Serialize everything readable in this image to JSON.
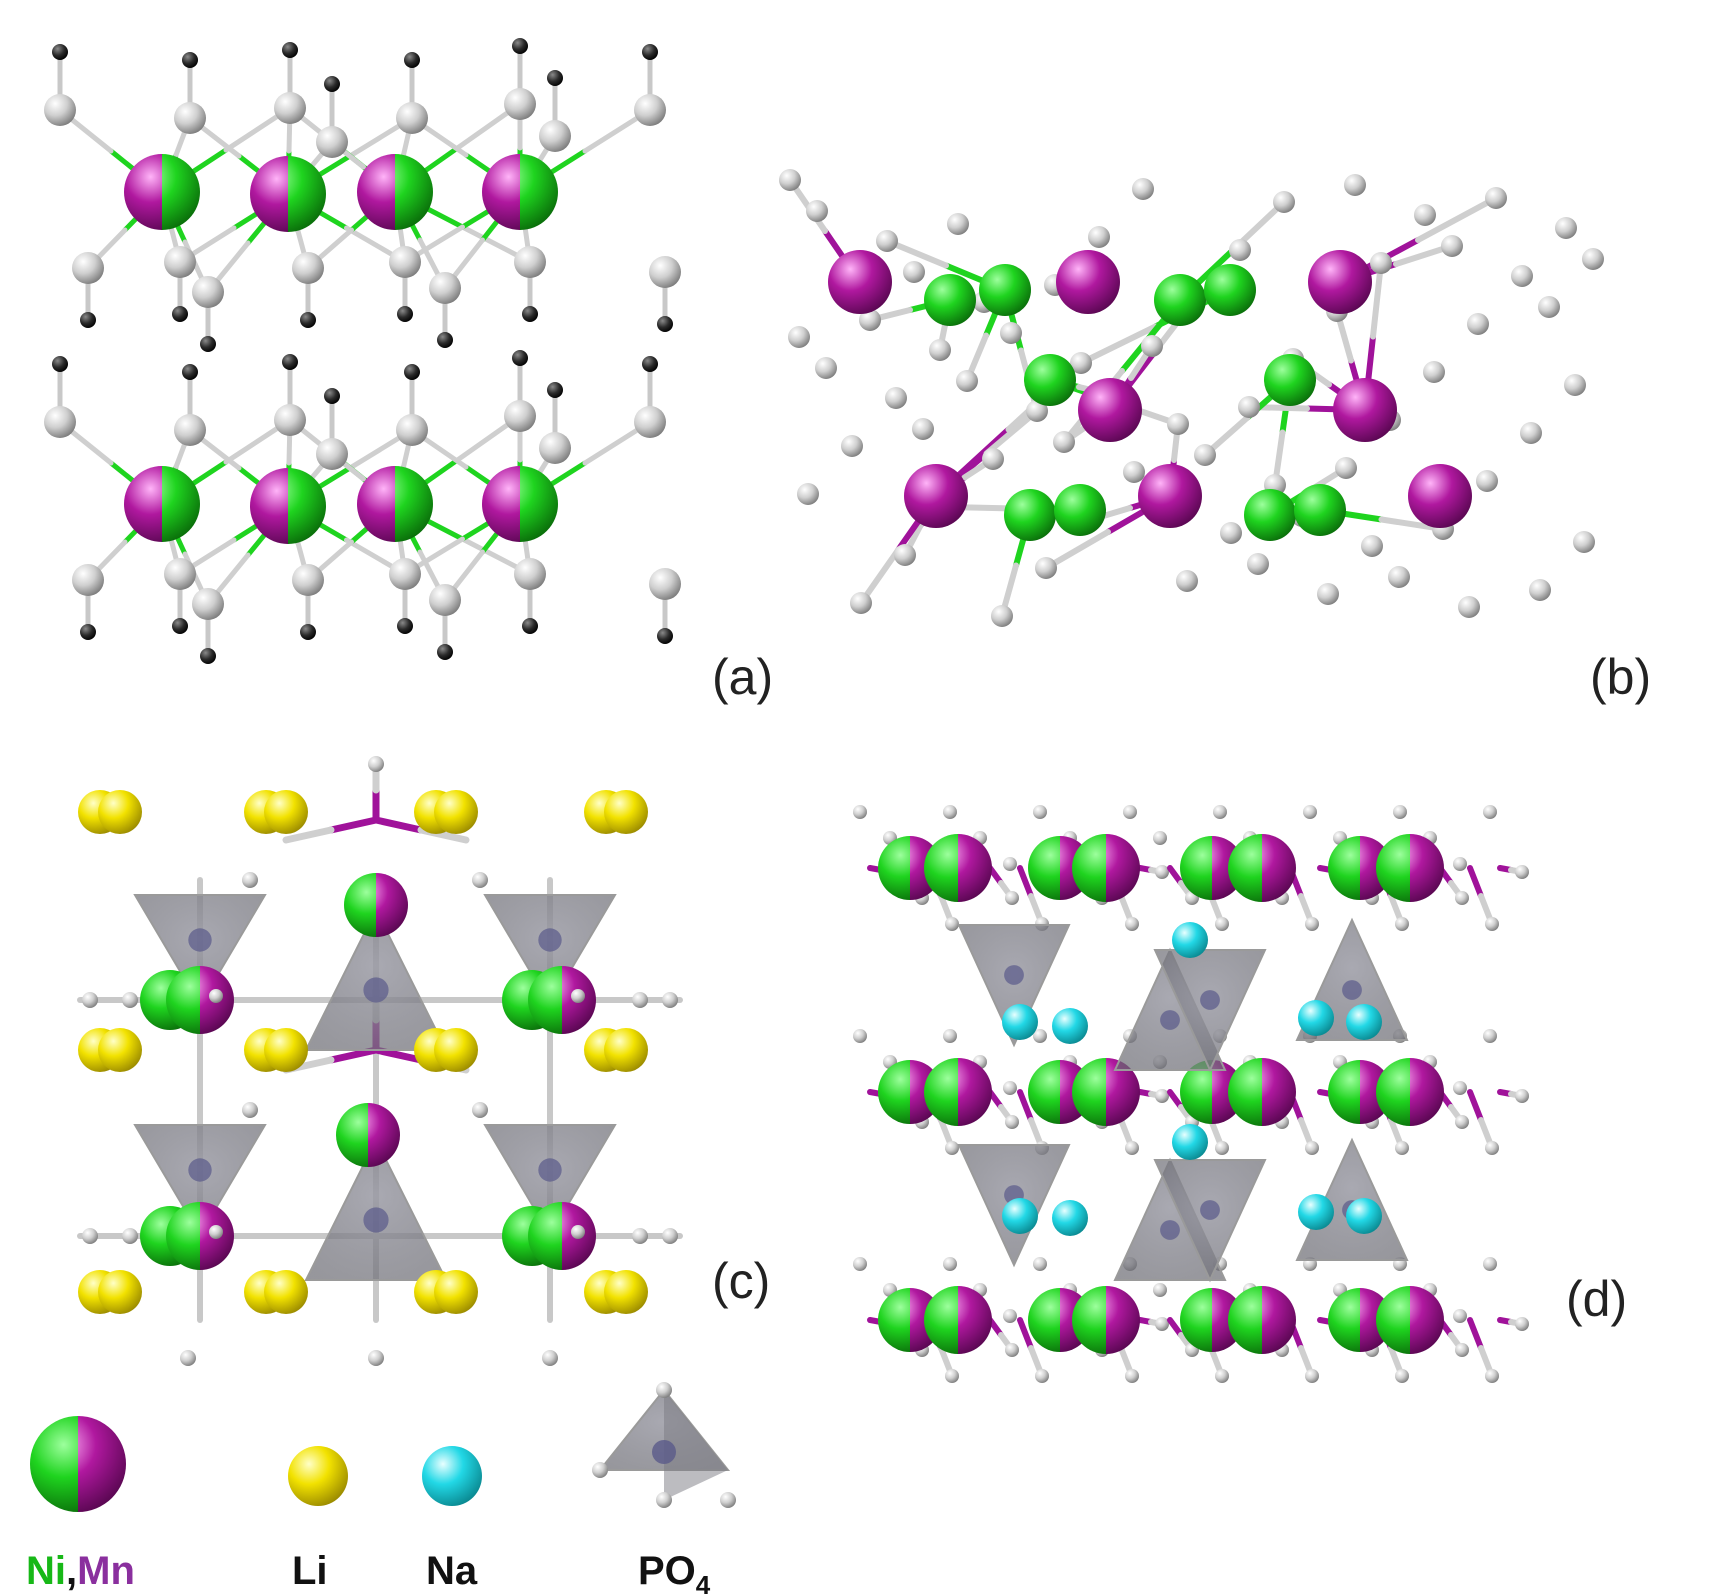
{
  "panels": [
    {
      "id": "a",
      "label": "(a)"
    },
    {
      "id": "b",
      "label": "(b)"
    },
    {
      "id": "c",
      "label": "(c)"
    },
    {
      "id": "d",
      "label": "(d)"
    }
  ],
  "legend": {
    "ni_mn": {
      "part1": "Ni",
      "separator": ",",
      "part2": "Mn"
    },
    "li": "Li",
    "na": "Na",
    "po4": {
      "base": "PO",
      "sub": "4"
    }
  },
  "colors": {
    "ni": "#1fd41f",
    "mn": "#a0129a",
    "li": "#f2e200",
    "na": "#22d8e6",
    "oxygen": "#d4d4d4",
    "hydrogen": "#222222",
    "phosphate": "#8a8a96",
    "ni_label": "#17b817",
    "mn_label": "#8a2f9e"
  },
  "icons": {
    "ni_mn": "green-purple-split-sphere-icon",
    "li": "yellow-sphere-icon",
    "na": "cyan-sphere-icon",
    "po4": "gray-tetrahedron-icon"
  }
}
